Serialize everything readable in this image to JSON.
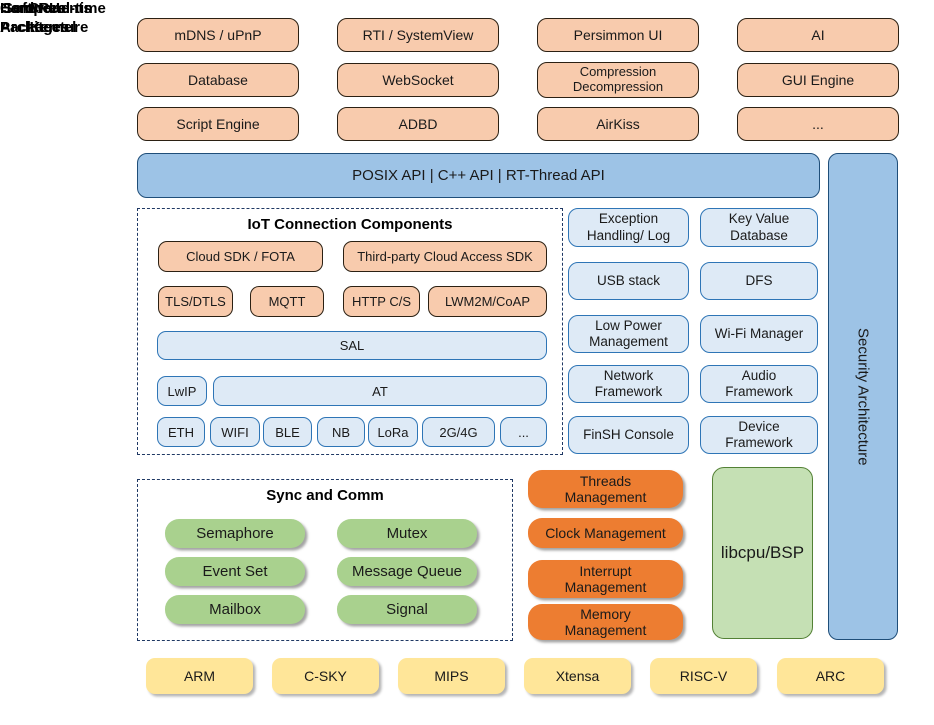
{
  "side_labels": {
    "software": "Software\nPackages",
    "components": "Components",
    "kernel": "Hard Real-time\nKernel",
    "cpu": "CPU\nArchitecture"
  },
  "packages": {
    "items": [
      "mDNS / uPnP",
      "RTI / SystemView",
      "Persimmon UI",
      "AI",
      "Database",
      "WebSocket",
      "Compression\nDecompression",
      "GUI Engine",
      "Script Engine",
      "ADBD",
      "AirKiss",
      "..."
    ]
  },
  "api_bar": {
    "label": "POSIX API | C++ API | RT-Thread API"
  },
  "security_bar": {
    "label": "Security Architecture"
  },
  "iot": {
    "title": "IoT Connection Components",
    "sdk_row": [
      "Cloud SDK / FOTA",
      "Third-party Cloud Access SDK"
    ],
    "protocol_row": [
      "TLS/DTLS",
      "MQTT",
      "HTTP C/S",
      "LWM2M/CoAP"
    ],
    "sal": "SAL",
    "lwip": "LwIP",
    "at": "AT",
    "links": [
      "ETH",
      "WIFI",
      "BLE",
      "NB",
      "LoRa",
      "2G/4G",
      "..."
    ]
  },
  "framework": {
    "items": [
      "Exception\nHandling/ Log",
      "Key Value\nDatabase",
      "USB stack",
      "DFS",
      "Low Power\nManagement",
      "Wi-Fi Manager",
      "Network\nFramework",
      "Audio\nFramework",
      "FinSH Console",
      "Device\nFramework"
    ]
  },
  "kernel": {
    "sync_title": "Sync and Comm",
    "sync_items": [
      "Semaphore",
      "Mutex",
      "Event Set",
      "Message Queue",
      "Mailbox",
      "Signal"
    ],
    "mgmt_items": [
      "Threads\nManagement",
      "Clock Management",
      "Interrupt\nManagement",
      "Memory\nManagement"
    ],
    "libcpu": "libcpu/BSP"
  },
  "cpu": {
    "items": [
      "ARM",
      "C-SKY",
      "MIPS",
      "Xtensa",
      "RISC-V",
      "ARC"
    ]
  },
  "colors": {
    "package_fill": "#F8CBAD",
    "blue_bar_fill": "#9DC3E6",
    "blue_bar_border": "#1F4E79",
    "light_blue_fill": "#DEEAF6",
    "light_blue_border": "#2E75B6",
    "green_pill_fill": "#A9D18E",
    "orange_pill_fill": "#ED7D31",
    "libcpu_fill": "#C5E0B4",
    "yellow_fill": "#FFE699",
    "dashed_frame": "#1F3864"
  }
}
